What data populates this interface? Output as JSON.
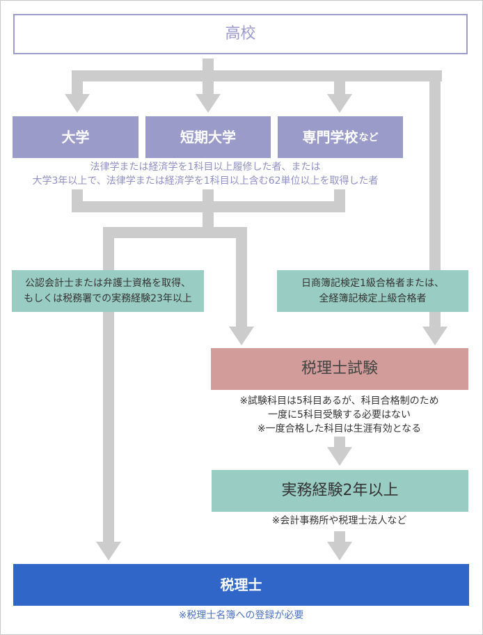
{
  "top": {
    "label": "高校"
  },
  "schools": {
    "university": "大学",
    "junior_college": "短期大学",
    "vocational": "専門学校",
    "vocational_suffix": "など"
  },
  "school_note": {
    "line1": "法律学または経済学を1科目以上履修した者、または",
    "line2": "大学3年以上で、法律学または経済学を1科目以上含む62単位以上を取得した者"
  },
  "cpa_route": {
    "line1": "公認会計士または弁護士資格を取得、",
    "line2": "もしくは税務署での実務経験23年以上"
  },
  "boki_route": {
    "line1": "日商簿記検定1級合格者または、",
    "line2": "全経簿記検定上級合格者"
  },
  "exam": {
    "label": "税理士試験",
    "note1": "※試験科目は5科目あるが、科目合格制のため",
    "note2": "一度に5科目受験する必要はない",
    "note3": "※一度合格した科目は生涯有効となる"
  },
  "experience": {
    "label": "実務経験2年以上",
    "note": "※会計事務所や税理士法人など"
  },
  "final": {
    "label": "税理士",
    "note": "※税理士名簿への登録が必要"
  },
  "colors": {
    "connector": "#cccccc",
    "school_box": "#9b9bca",
    "route_box": "#99ccc2",
    "exam_box": "#d19c99",
    "final_box": "#2f66c7"
  }
}
